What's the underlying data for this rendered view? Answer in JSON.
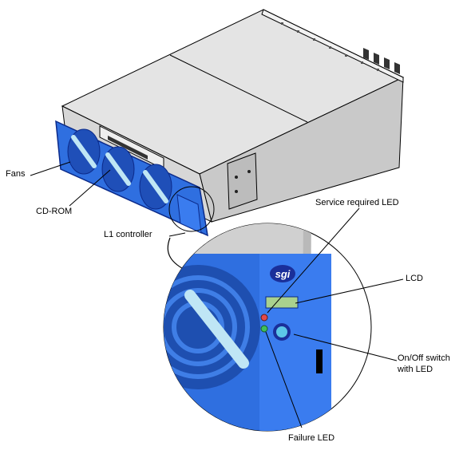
{
  "labels": {
    "fans": "Fans",
    "cdrom": "CD-ROM",
    "l1_controller": "L1 controller",
    "service_led": "Service required LED",
    "lcd": "LCD",
    "onoff_line1": "On/Off switch",
    "onoff_line2": "with LED",
    "failure_led": "Failure LED"
  },
  "logo_text": "sgi",
  "colors": {
    "bezel_blue": "#2f6fe0",
    "bezel_dark": "#0b2a8a",
    "chassis_light": "#e6e6e6",
    "chassis_side": "#c8c8c8",
    "lcd_green": "#a9d18e",
    "service_led": "#e34a4a",
    "failure_led": "#3fbf5a",
    "switch_ring": "#1a2f9a",
    "switch_face": "#5cc7e8"
  },
  "icons": [
    "fan-grille-icon",
    "sgi-logo-icon",
    "power-switch-icon",
    "led-icon"
  ]
}
